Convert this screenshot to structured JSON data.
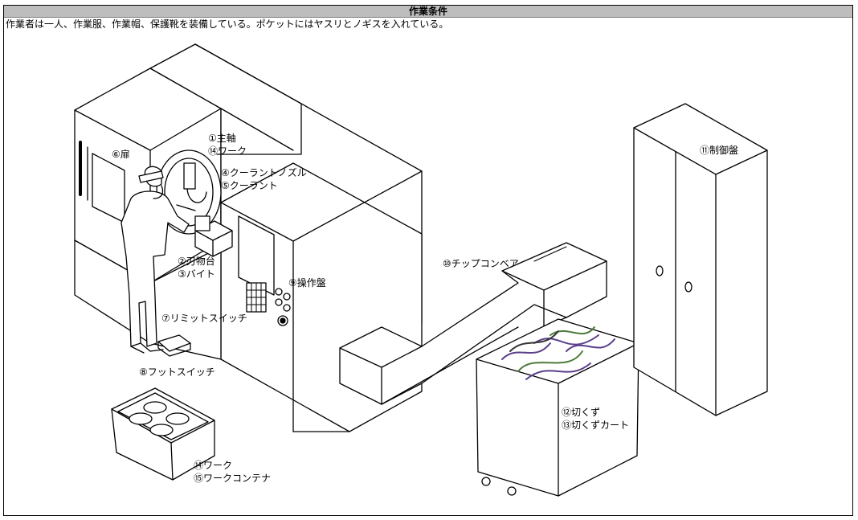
{
  "header": {
    "title": "作業条件"
  },
  "conditions_text": "作業者は一人、作業服、作業帽、保護靴を装備している。ポケットにはヤスリとノギスを入れている。",
  "labels": {
    "spindle": "①主軸",
    "work_1": "⑭ワーク",
    "coolant_nozzle": "④クーラントノズル",
    "coolant": "⑤クーラント",
    "door": "⑥扉",
    "tool_post": "②刃物台",
    "bite": "③バイト",
    "operation_panel": "⑨操作盤",
    "limit_switch": "⑦リミットスイッチ",
    "foot_switch": "⑧フットスイッチ",
    "chip_conveyor": "⑩チップコンベア",
    "control_panel": "⑪制御盤",
    "chips": "⑫切くず",
    "chip_cart": "⑬切くずカート",
    "work_2": "⑭ワーク",
    "work_container": "⑮ワークコンテナ"
  },
  "colors": {
    "header_bg": "#bdbdbd",
    "line": "#000000",
    "chips_purple": "#5b3f8c",
    "chips_green": "#4d7a3a"
  }
}
